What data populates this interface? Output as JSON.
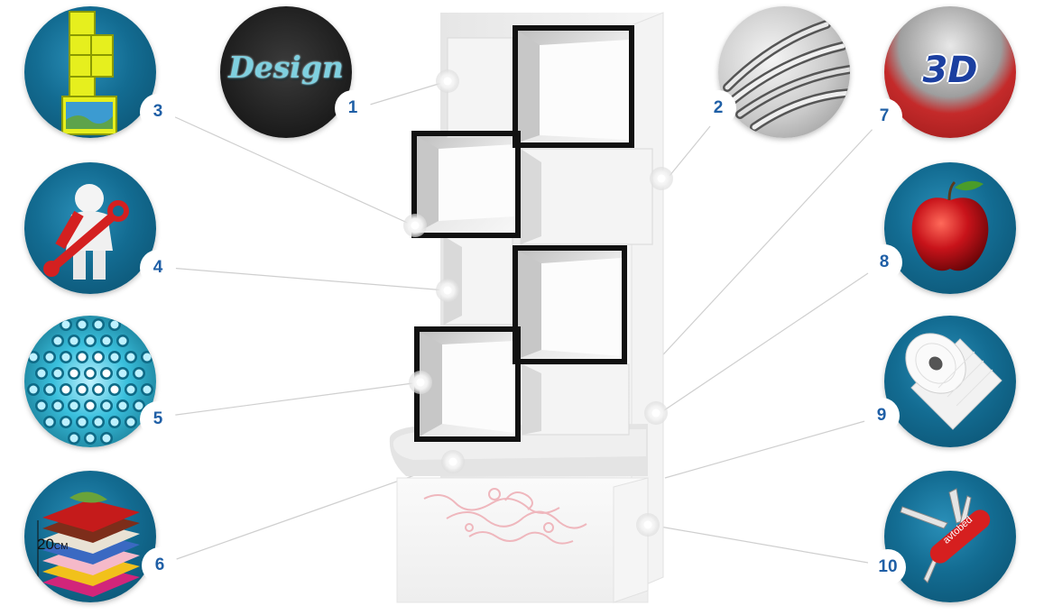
{
  "colors": {
    "badge_fill": "#136c92",
    "number_text": "#1f5fa6",
    "shelf_frame": "#111111",
    "leader_line": "#c8c8c8"
  },
  "product": {
    "name_icon": "white-shelving-cabinet-illustration"
  },
  "callouts": [
    {
      "number": "1",
      "icon": "design-word-icon",
      "art_text": "Design"
    },
    {
      "number": "2",
      "icon": "metal-strips-icon"
    },
    {
      "number": "3",
      "icon": "yellow-shelf-icon"
    },
    {
      "number": "4",
      "icon": "repairman-wrench-icon"
    },
    {
      "number": "5",
      "icon": "led-lights-icon"
    },
    {
      "number": "6",
      "icon": "mattress-layers-icon",
      "art_text": "20",
      "art_unit": "CM"
    },
    {
      "number": "7",
      "icon": "3d-logo-icon",
      "art_text": "3D"
    },
    {
      "number": "8",
      "icon": "red-apple-icon"
    },
    {
      "number": "9",
      "icon": "foam-roll-icon"
    },
    {
      "number": "10",
      "icon": "swiss-knife-icon",
      "art_text": "avtobed"
    }
  ]
}
